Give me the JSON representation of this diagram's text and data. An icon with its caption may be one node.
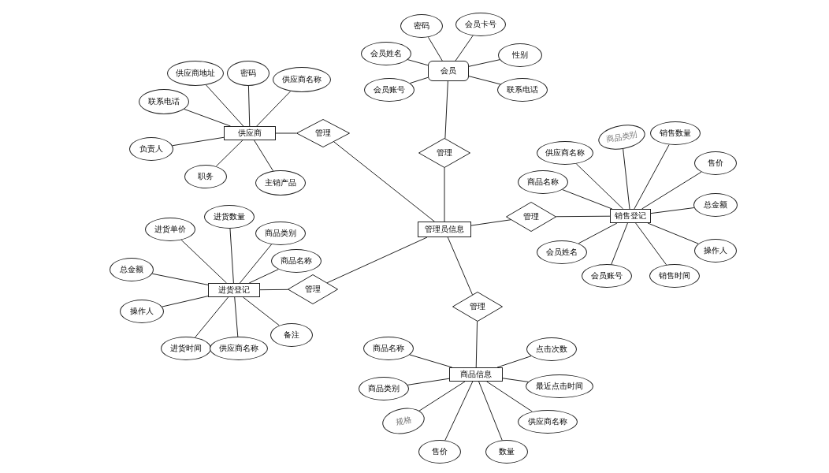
{
  "diagram": {
    "nodes": [
      {
        "text": [
          "管理员信息"
        ]
      },
      {
        "text": [
          "供应商"
        ]
      },
      {
        "text": [
          "管理"
        ]
      },
      {
        "text": [
          "供应商地址"
        ]
      },
      {
        "text": [
          "密码"
        ]
      },
      {
        "text": [
          "供应商名称"
        ]
      },
      {
        "text": [
          "联系电话"
        ]
      },
      {
        "text": [
          "负责人"
        ]
      },
      {
        "text": [
          "职务"
        ]
      },
      {
        "text": [
          "主销产品"
        ]
      },
      {
        "text": [
          "会员"
        ]
      },
      {
        "text": [
          "管理"
        ]
      },
      {
        "text": [
          "密码"
        ]
      },
      {
        "text": [
          "会员卡号"
        ]
      },
      {
        "text": [
          "会员姓名"
        ]
      },
      {
        "text": [
          "性别"
        ]
      },
      {
        "text": [
          "会员账号"
        ]
      },
      {
        "text": [
          "联系电话"
        ]
      },
      {
        "text": [
          "销售登记"
        ]
      },
      {
        "text": [
          "管理"
        ]
      },
      {
        "text": [
          "商品名称"
        ]
      },
      {
        "text": [
          "供应商名称"
        ]
      },
      {
        "text": [
          "商品类别"
        ]
      },
      {
        "text": [
          "销售数量"
        ]
      },
      {
        "text": [
          "售价"
        ]
      },
      {
        "text": [
          "总金额"
        ]
      },
      {
        "text": [
          "操作人"
        ]
      },
      {
        "text": [
          "会员姓名"
        ]
      },
      {
        "text": [
          "会员账号"
        ]
      },
      {
        "text": [
          "销售时间"
        ]
      },
      {
        "text": [
          "进货登记"
        ]
      },
      {
        "text": [
          "管理"
        ]
      },
      {
        "text": [
          "进货单价"
        ]
      },
      {
        "text": [
          "进货数量"
        ]
      },
      {
        "text": [
          "商品类别"
        ]
      },
      {
        "text": [
          "商品名称"
        ]
      },
      {
        "text": [
          "总金额"
        ]
      },
      {
        "text": [
          "操作人"
        ]
      },
      {
        "text": [
          "备注"
        ]
      },
      {
        "text": [
          "进货时间"
        ]
      },
      {
        "text": [
          "供应商名称"
        ]
      },
      {
        "text": [
          "商品信息"
        ]
      },
      {
        "text": [
          "管理"
        ]
      },
      {
        "text": [
          "商品名称"
        ]
      },
      {
        "text": [
          "商品类别"
        ]
      },
      {
        "text": [
          "规格"
        ]
      },
      {
        "text": [
          "售价"
        ]
      },
      {
        "text": [
          "数量"
        ]
      },
      {
        "text": [
          "点击次数"
        ]
      },
      {
        "text": [
          "最近点击时间"
        ]
      },
      {
        "text": [
          "供应商名称"
        ]
      }
    ],
    "edges": [
      {
        "from": 3,
        "to": 1,
        "arrow": "none"
      },
      {
        "from": 4,
        "to": 1,
        "arrow": "none"
      },
      {
        "from": 5,
        "to": 1,
        "arrow": "none"
      },
      {
        "from": 6,
        "to": 1,
        "arrow": "none"
      },
      {
        "from": 7,
        "to": 1,
        "arrow": "none"
      },
      {
        "from": 8,
        "to": 1,
        "arrow": "none"
      },
      {
        "from": 9,
        "to": 1,
        "arrow": "none"
      },
      {
        "from": 1,
        "to": 2,
        "arrow": "none"
      },
      {
        "from": 2,
        "to": 0,
        "arrow": "none"
      },
      {
        "from": 12,
        "to": 10,
        "arrow": "none"
      },
      {
        "from": 13,
        "to": 10,
        "arrow": "none"
      },
      {
        "from": 14,
        "to": 10,
        "arrow": "none"
      },
      {
        "from": 15,
        "to": 10,
        "arrow": "none"
      },
      {
        "from": 16,
        "to": 10,
        "arrow": "none"
      },
      {
        "from": 17,
        "to": 10,
        "arrow": "none"
      },
      {
        "from": 10,
        "to": 11,
        "arrow": "none"
      },
      {
        "from": 11,
        "to": 0,
        "arrow": "none"
      },
      {
        "from": 20,
        "to": 18,
        "arrow": "none"
      },
      {
        "from": 21,
        "to": 18,
        "arrow": "none"
      },
      {
        "from": 22,
        "to": 18,
        "arrow": "none"
      },
      {
        "from": 23,
        "to": 18,
        "arrow": "none"
      },
      {
        "from": 24,
        "to": 18,
        "arrow": "none"
      },
      {
        "from": 25,
        "to": 18,
        "arrow": "none"
      },
      {
        "from": 26,
        "to": 18,
        "arrow": "none"
      },
      {
        "from": 27,
        "to": 18,
        "arrow": "none"
      },
      {
        "from": 28,
        "to": 18,
        "arrow": "none"
      },
      {
        "from": 29,
        "to": 18,
        "arrow": "none"
      },
      {
        "from": 18,
        "to": 19,
        "arrow": "none"
      },
      {
        "from": 19,
        "to": 0,
        "arrow": "none"
      },
      {
        "from": 32,
        "to": 30,
        "arrow": "none"
      },
      {
        "from": 33,
        "to": 30,
        "arrow": "none"
      },
      {
        "from": 34,
        "to": 30,
        "arrow": "none"
      },
      {
        "from": 35,
        "to": 30,
        "arrow": "none"
      },
      {
        "from": 36,
        "to": 30,
        "arrow": "none"
      },
      {
        "from": 37,
        "to": 30,
        "arrow": "none"
      },
      {
        "from": 38,
        "to": 30,
        "arrow": "none"
      },
      {
        "from": 39,
        "to": 30,
        "arrow": "none"
      },
      {
        "from": 40,
        "to": 30,
        "arrow": "none"
      },
      {
        "from": 30,
        "to": 31,
        "arrow": "none"
      },
      {
        "from": 31,
        "to": 0,
        "arrow": "none"
      },
      {
        "from": 43,
        "to": 41,
        "arrow": "none"
      },
      {
        "from": 44,
        "to": 41,
        "arrow": "none"
      },
      {
        "from": 45,
        "to": 41,
        "arrow": "none"
      },
      {
        "from": 46,
        "to": 41,
        "arrow": "none"
      },
      {
        "from": 47,
        "to": 41,
        "arrow": "none"
      },
      {
        "from": 48,
        "to": 41,
        "arrow": "none"
      },
      {
        "from": 49,
        "to": 41,
        "arrow": "none"
      },
      {
        "from": 50,
        "to": 41,
        "arrow": "none"
      },
      {
        "from": 41,
        "to": 42,
        "arrow": "none"
      },
      {
        "from": 42,
        "to": 0,
        "arrow": "none"
      }
    ]
  }
}
